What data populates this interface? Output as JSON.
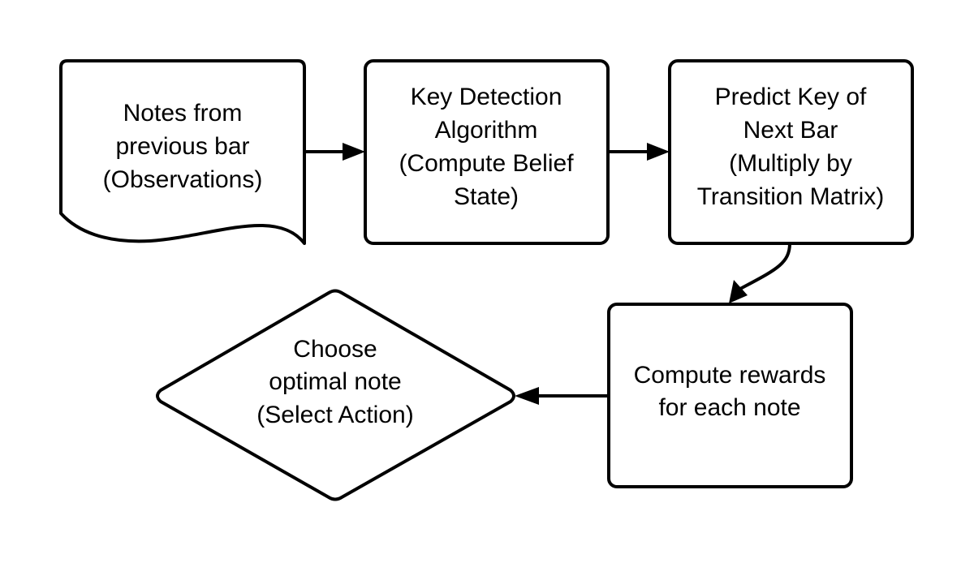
{
  "diagram": {
    "nodes": [
      {
        "id": "notes",
        "shape": "document",
        "lines": [
          "Notes from",
          "previous bar",
          "(Observations)"
        ]
      },
      {
        "id": "key-detection",
        "shape": "process",
        "lines": [
          "Key Detection",
          "Algorithm",
          "(Compute Belief",
          "State)"
        ]
      },
      {
        "id": "predict-key",
        "shape": "process",
        "lines": [
          "Predict Key of",
          "Next Bar",
          "(Multiply by",
          "Transition Matrix)"
        ]
      },
      {
        "id": "compute-rewards",
        "shape": "process",
        "lines": [
          "Compute rewards",
          "for each note"
        ]
      },
      {
        "id": "choose-note",
        "shape": "decision",
        "lines": [
          "Choose",
          "optimal note",
          "(Select Action)"
        ]
      }
    ],
    "edges": [
      {
        "from": "notes",
        "to": "key-detection"
      },
      {
        "from": "key-detection",
        "to": "predict-key"
      },
      {
        "from": "predict-key",
        "to": "compute-rewards"
      },
      {
        "from": "compute-rewards",
        "to": "choose-note"
      }
    ],
    "colors": {
      "stroke": "#000000",
      "fill": "#ffffff",
      "text": "#000000"
    }
  }
}
